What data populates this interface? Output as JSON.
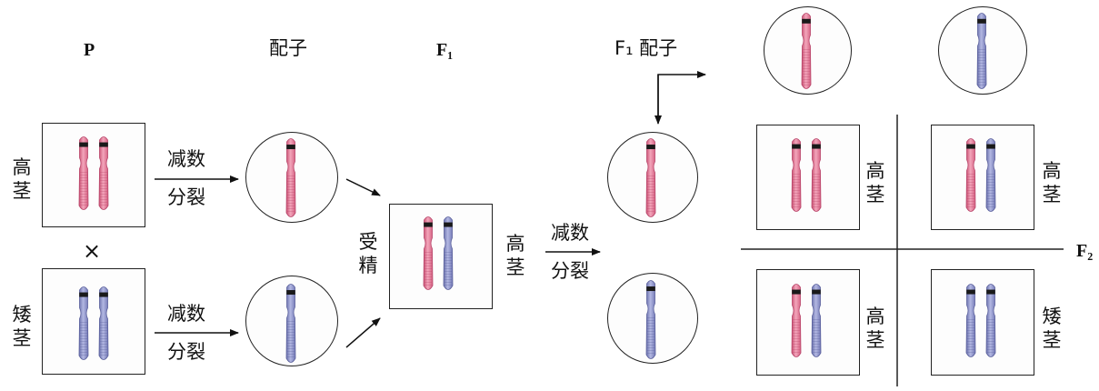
{
  "headers": {
    "p": "P",
    "gametes": "配子",
    "f1": "F₁",
    "f1_gametes": "F₁ 配子",
    "f2": "F₂"
  },
  "labels": {
    "tall": "高茎",
    "dwarf": "矮茎",
    "meiosis_top": "减数",
    "meiosis_bottom": "分裂",
    "fertilization": "受精",
    "cross": "×"
  },
  "colors": {
    "tall_chromosome": "#e0708e",
    "dwarf_chromosome": "#8a90c4",
    "band": "#1a1a1a"
  }
}
